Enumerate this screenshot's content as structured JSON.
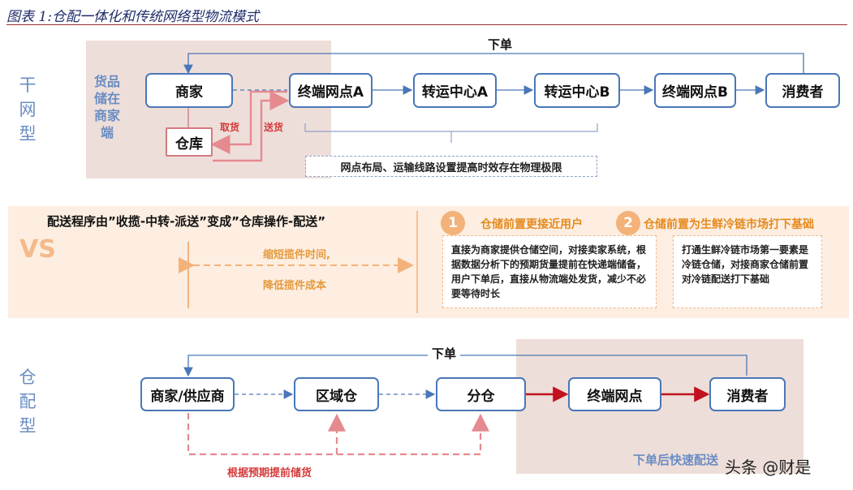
{
  "title": "图表 1:仓配一体化和传统网络型物流模式",
  "top": {
    "side_label": "干网型",
    "stack_label": "货品储在商家端",
    "nodes": [
      "商家",
      "终端网点A",
      "转运中心A",
      "转运中心B",
      "终端网点B",
      "消费者"
    ],
    "warehouse": "仓库",
    "pickup": "取货",
    "deliver": "送货",
    "order": "下单",
    "note": "网点布局、运输线路设置提高时效存在物理极限"
  },
  "middle": {
    "vs": "VS",
    "headline": "配送程序由”收揽-中转-派送”变成”仓库操作-配送”",
    "benefit_line1": "缩短揽件时间,",
    "benefit_line2": "降低揽件成本",
    "point1": {
      "num": "1",
      "head": "仓储前置更接近用户",
      "body": "直接为商家提供仓储空间，对接卖家系统，根据数据分析下的预期货量提前在快递端储备，用户下单后，直接从物流端处发货，减少不必要等待时长"
    },
    "point2": {
      "num": "2",
      "head": "仓储前置为生鲜冷链市场打下基础",
      "body": "打通生鲜冷链市场第一要素是冷链仓储，对接商家仓储前置对冷链配送打下基础"
    }
  },
  "bottom": {
    "side_label": "仓配型",
    "nodes": [
      "商家/供应商",
      "区域仓",
      "分仓",
      "终端网点",
      "消费者"
    ],
    "order": "下单",
    "prestock": "根据预期提前储货",
    "fast": "下单后快速配送"
  },
  "watermark": "头条 @财是",
  "colors": {
    "blue": "#4a77b8",
    "red": "#c0121f",
    "pink_dash": "#e58a8f",
    "orange": "#e58a1e"
  }
}
